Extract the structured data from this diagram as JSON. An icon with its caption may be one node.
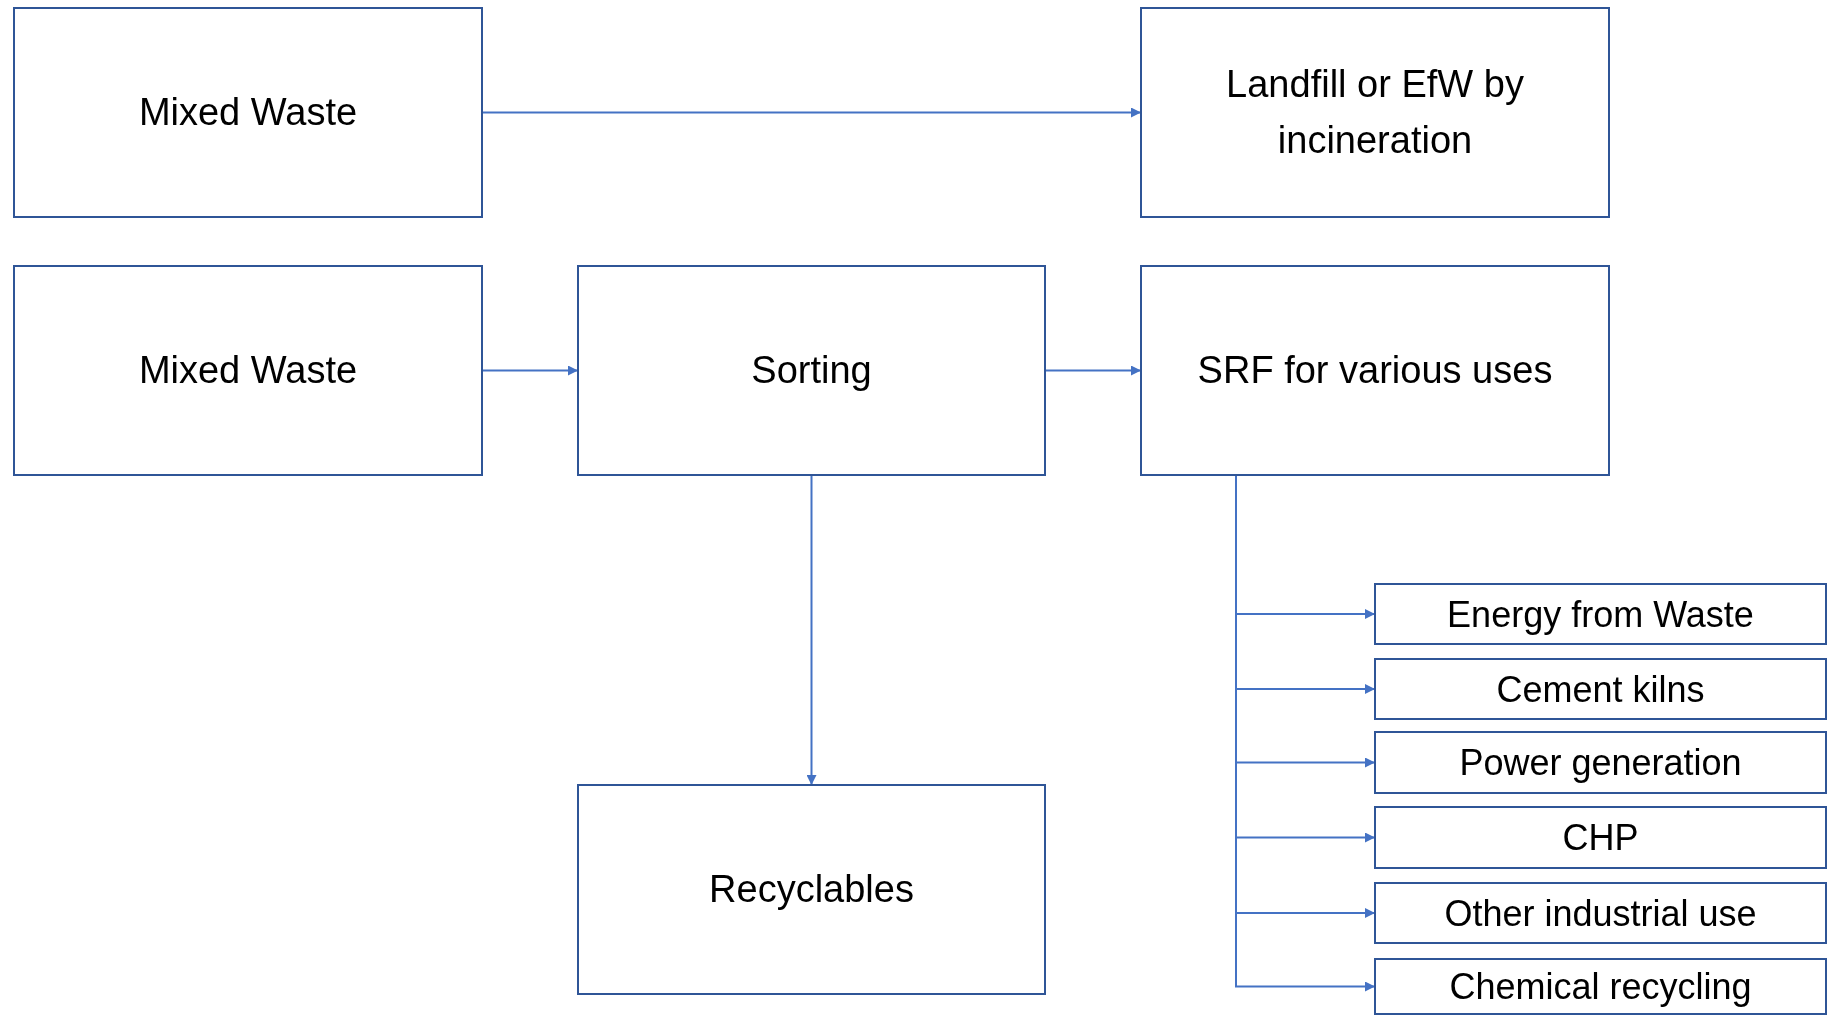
{
  "diagram": {
    "nodes": [
      {
        "text": [
          "Mixed Waste"
        ]
      },
      {
        "text": [
          "Landfill or EfW by incineration"
        ]
      },
      {
        "text": [
          "Mixed Waste"
        ]
      },
      {
        "text": [
          "Sorting"
        ]
      },
      {
        "text": [
          "SRF for various uses"
        ]
      },
      {
        "text": [
          "Recyclables"
        ]
      },
      {
        "text": [
          "Energy from Waste"
        ]
      },
      {
        "text": [
          "Cement kilns"
        ]
      },
      {
        "text": [
          "Power generation"
        ]
      },
      {
        "text": [
          "CHP"
        ]
      },
      {
        "text": [
          "Other industrial use"
        ]
      },
      {
        "text": [
          "Chemical recycling"
        ]
      }
    ],
    "edges": [
      {
        "from": 0,
        "to": 1,
        "arrow": "to"
      },
      {
        "from": 2,
        "to": 3,
        "arrow": "to"
      },
      {
        "from": 3,
        "to": 4,
        "arrow": "to"
      },
      {
        "from": 3,
        "to": 5,
        "arrow": "to"
      },
      {
        "from": 4,
        "to": 6,
        "arrow": "to"
      },
      {
        "from": 4,
        "to": 7,
        "arrow": "to"
      },
      {
        "from": 4,
        "to": 8,
        "arrow": "to"
      },
      {
        "from": 4,
        "to": 9,
        "arrow": "to"
      },
      {
        "from": 4,
        "to": 10,
        "arrow": "to"
      },
      {
        "from": 4,
        "to": 11,
        "arrow": "to"
      }
    ]
  }
}
